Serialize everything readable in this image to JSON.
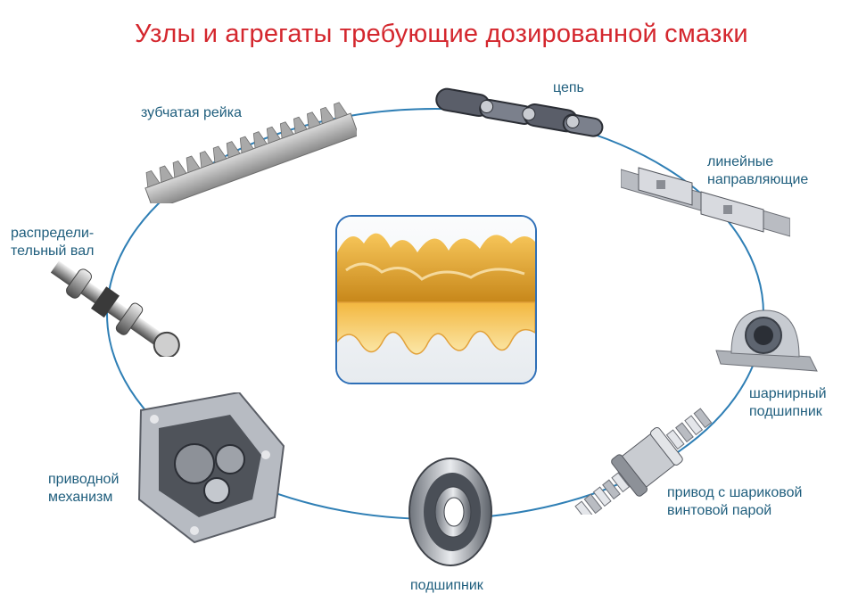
{
  "title": "Узлы и агрегаты требующие дозированной смазки",
  "colors": {
    "title": "#d4272e",
    "ring": "#2f7fb5",
    "label": "#1f5e7d",
    "panel_border": "#2e6fb7",
    "grease": "#e9a92a"
  },
  "components": [
    {
      "id": "rack",
      "lines": [
        "зубчатая рейка"
      ],
      "icon": "gear-rack-icon"
    },
    {
      "id": "chain",
      "lines": [
        "цепь"
      ],
      "icon": "chain-icon"
    },
    {
      "id": "linear-guides",
      "lines": [
        "линейные",
        "направляющие"
      ],
      "icon": "linear-guide-icon"
    },
    {
      "id": "camshaft",
      "lines": [
        "распредели-",
        "тельный вал"
      ],
      "icon": "camshaft-icon"
    },
    {
      "id": "pillow-block",
      "lines": [
        "шарнирный",
        "подшипник"
      ],
      "icon": "pillow-block-bearing-icon"
    },
    {
      "id": "ball-screw",
      "lines": [
        "привод с шариковой",
        "винтовой парой"
      ],
      "icon": "ball-screw-icon"
    },
    {
      "id": "gearbox",
      "lines": [
        "приводной",
        "механизм"
      ],
      "icon": "gearbox-icon"
    },
    {
      "id": "bearing",
      "lines": [
        "подшипник"
      ],
      "icon": "ball-bearing-icon"
    }
  ],
  "center_image": "grease-icon"
}
